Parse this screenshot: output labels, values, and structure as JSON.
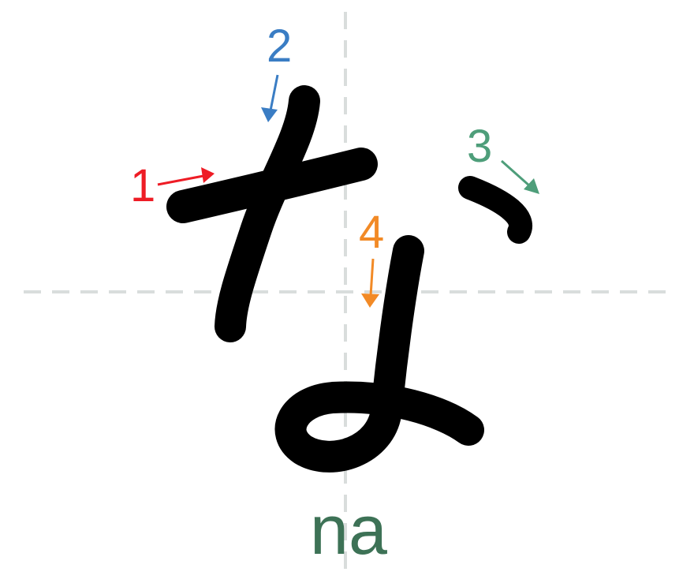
{
  "character": "な",
  "romaji": "na",
  "strokes": [
    {
      "number": "1",
      "color": "#ee1c25"
    },
    {
      "number": "2",
      "color": "#3a7dc4"
    },
    {
      "number": "3",
      "color": "#4e9e7a"
    },
    {
      "number": "4",
      "color": "#f28a26"
    }
  ],
  "colors": {
    "ink": "#000000",
    "guide": "#d9dddc",
    "romaji": "#3d7256"
  }
}
